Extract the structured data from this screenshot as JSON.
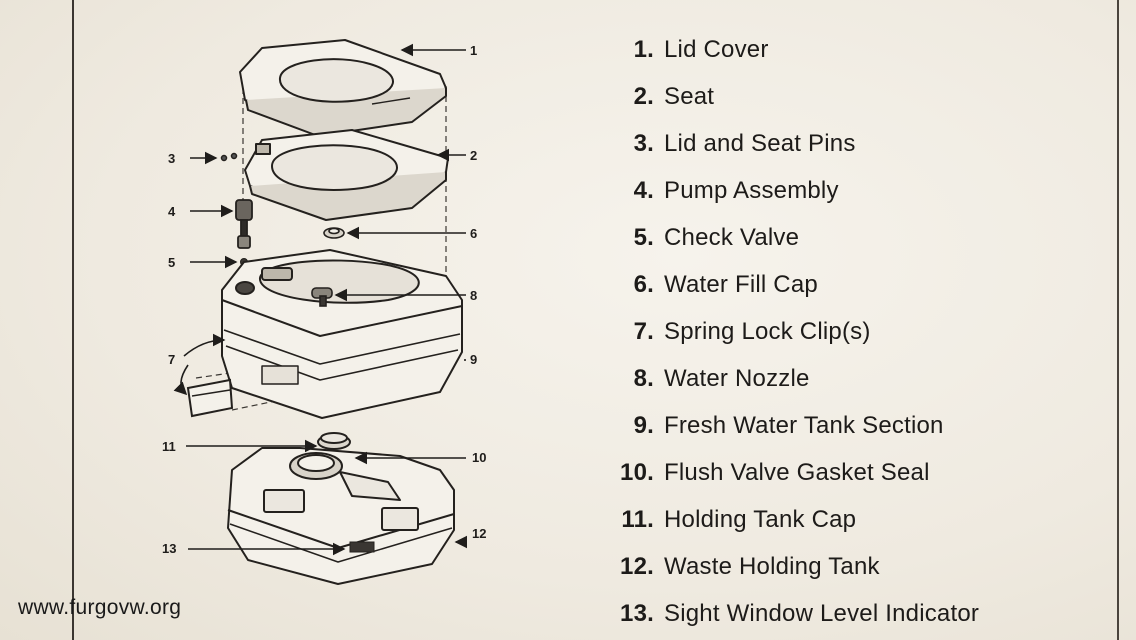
{
  "callouts": [
    "1",
    "2",
    "3",
    "4",
    "5",
    "6",
    "7",
    "8",
    "9",
    "10",
    "11",
    "12",
    "13"
  ],
  "legend": [
    {
      "num": "1.",
      "label": "Lid Cover"
    },
    {
      "num": "2.",
      "label": "Seat"
    },
    {
      "num": "3.",
      "label": "Lid and Seat Pins"
    },
    {
      "num": "4.",
      "label": "Pump Assembly"
    },
    {
      "num": "5.",
      "label": "Check Valve"
    },
    {
      "num": "6.",
      "label": "Water Fill Cap"
    },
    {
      "num": "7.",
      "label": "Spring Lock Clip(s)"
    },
    {
      "num": "8.",
      "label": "Water Nozzle"
    },
    {
      "num": "9.",
      "label": "Fresh Water Tank Section"
    },
    {
      "num": "10.",
      "label": "Flush Valve Gasket Seal"
    },
    {
      "num": "11.",
      "label": "Holding Tank Cap"
    },
    {
      "num": "12.",
      "label": "Waste Holding Tank"
    },
    {
      "num": "13.",
      "label": "Sight Window Level Indicator"
    }
  ],
  "watermark": "www.furgovw.org"
}
